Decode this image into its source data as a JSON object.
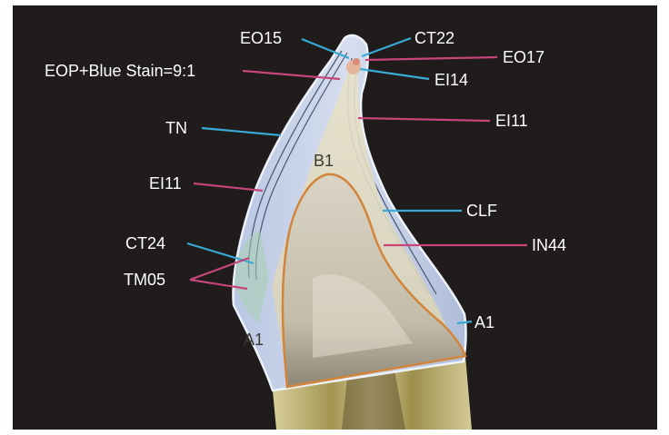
{
  "colors": {
    "background": "#1f1c1b",
    "leader_blue": "#39a9d6",
    "leader_pink": "#c7457a",
    "dentin_outline": "#d2843a"
  },
  "labels": {
    "eo15": "EO15",
    "ct22": "CT22",
    "eo17": "EO17",
    "eop_blue_stain": "EOP+Blue Stain=9:1",
    "ei14": "EI14",
    "tn": "TN",
    "ei11_right": "EI11",
    "b1": "B1",
    "ei11_left": "EI11",
    "clf": "CLF",
    "ct24": "CT24",
    "in44": "IN44",
    "tm05": "TM05",
    "a1_right": "A1",
    "a1_left": "A1"
  }
}
